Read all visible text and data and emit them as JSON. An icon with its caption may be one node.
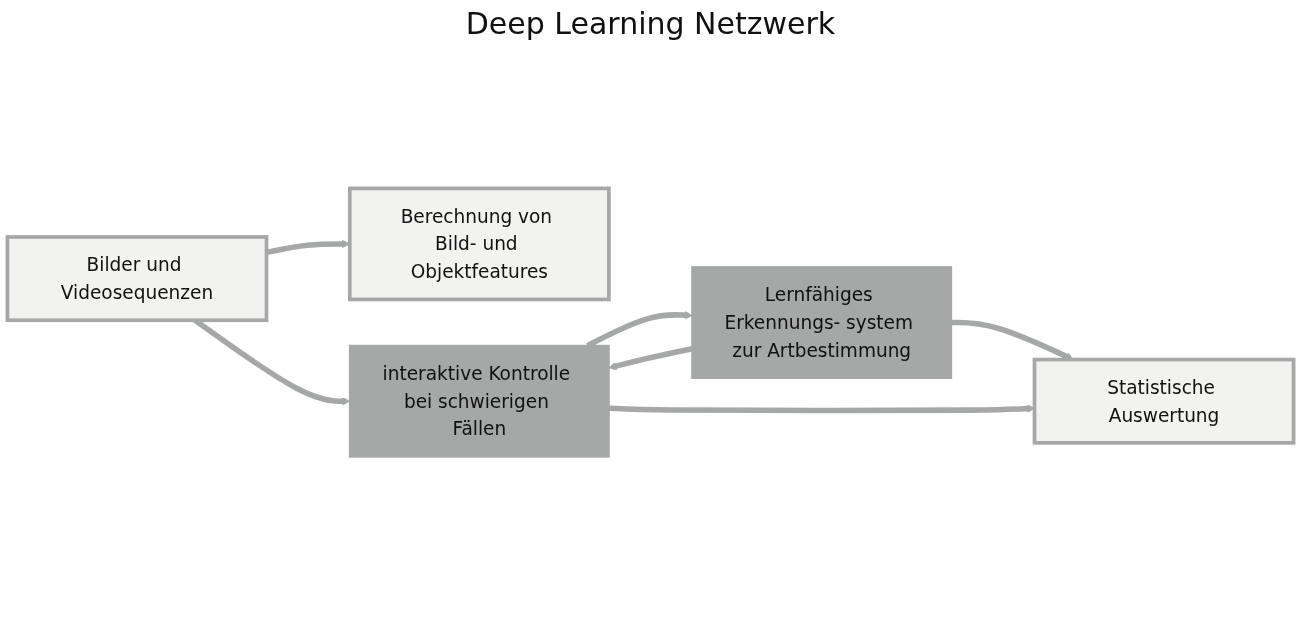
{
  "diagram": {
    "title": "Deep Learning Netzwerk",
    "nodes": [
      {
        "text": [
          "Bilder und Videosequenzen"
        ]
      },
      {
        "text": [
          "Berechnung von Bild- und Objektfeatures"
        ]
      },
      {
        "text": [
          "Lernfähiges Erkennungs- system zur Artbestimmung"
        ]
      },
      {
        "text": [
          "interaktive Kontrolle bei schwierigen Fällen"
        ]
      },
      {
        "text": [
          "Statistische Auswertung"
        ]
      }
    ],
    "edges": [
      {
        "from": 0,
        "to": 1,
        "arrow": "to"
      },
      {
        "from": 2,
        "to": 4,
        "arrow": "to"
      },
      {
        "from": 2,
        "to": 3,
        "arrow": "to"
      },
      {
        "from": 3,
        "to": 2,
        "arrow": "to"
      },
      {
        "from": 0,
        "to": 3,
        "arrow": "to"
      },
      {
        "from": 3,
        "to": 4,
        "arrow": "to"
      }
    ]
  }
}
